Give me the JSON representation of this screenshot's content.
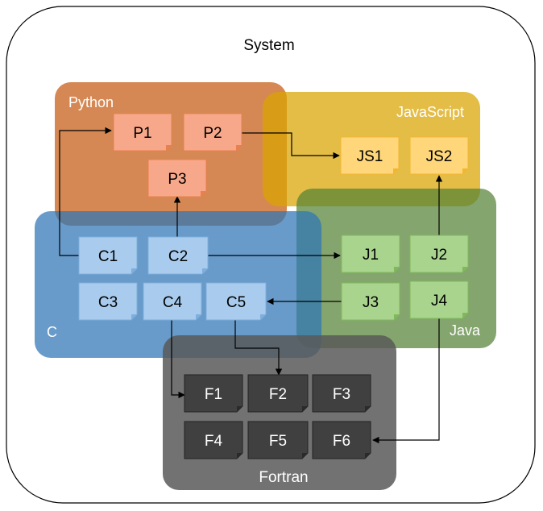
{
  "system": {
    "label": "System"
  },
  "groups": {
    "python": {
      "label": "Python",
      "fill": "#C55A11",
      "text_color": "#ffffff"
    },
    "javascript": {
      "label": "JavaScript",
      "fill": "#D9A300",
      "text_color": "#ffffff"
    },
    "java": {
      "label": "Java",
      "fill": "#548235",
      "text_color": "#ffffff"
    },
    "c": {
      "label": "C",
      "fill": "#2E75B6",
      "text_color": "#ffffff"
    },
    "fortran": {
      "label": "Fortran",
      "fill": "#595959",
      "text_color": "#ffffff"
    }
  },
  "nodes": {
    "P1": "P1",
    "P2": "P2",
    "P3": "P3",
    "JS1": "JS1",
    "JS2": "JS2",
    "C1": "C1",
    "C2": "C2",
    "C3": "C3",
    "C4": "C4",
    "C5": "C5",
    "J1": "J1",
    "J2": "J2",
    "J3": "J3",
    "J4": "J4",
    "F1": "F1",
    "F2": "F2",
    "F3": "F3",
    "F4": "F4",
    "F5": "F5",
    "F6": "F6"
  },
  "edges": [
    [
      "C1",
      "P1"
    ],
    [
      "P2",
      "JS1"
    ],
    [
      "C2",
      "P3"
    ],
    [
      "C2",
      "J1"
    ],
    [
      "J2",
      "JS2"
    ],
    [
      "J3",
      "C5"
    ],
    [
      "C4",
      "F1"
    ],
    [
      "C5",
      "F2"
    ],
    [
      "J4",
      "F6"
    ]
  ],
  "node_colors": {
    "python": {
      "fill": "#F8A88A",
      "stroke": "#E8804F"
    },
    "javascript": {
      "fill": "#FFD77A",
      "stroke": "#F2B630"
    },
    "c": {
      "fill": "#A9CCEE",
      "stroke": "#7EAEDB"
    },
    "java": {
      "fill": "#A9D48E",
      "stroke": "#7FBA5A"
    },
    "fortran": {
      "fill": "#404040",
      "stroke": "#222222"
    }
  }
}
